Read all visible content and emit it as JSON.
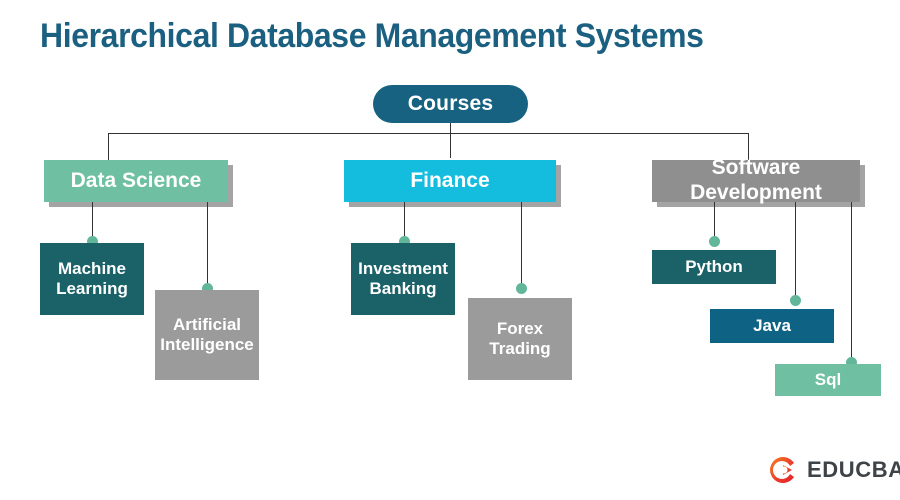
{
  "title": "Hierarchical Database Management Systems",
  "colors": {
    "title": "#1B6080",
    "root": "#176281",
    "green": "#6FBFA2",
    "cyan": "#14BCDE",
    "gray": "#8F8F8F",
    "teal": "#1A6168",
    "blue": "#0E6385",
    "gray_light": "#9B9B9B",
    "connector": "#333333",
    "dot": "#62B79A",
    "logo_text": "#3E4348",
    "logo_mark_start": "#F47B20",
    "logo_mark_end": "#E8252A"
  },
  "diagram": {
    "root": {
      "label": "Courses"
    },
    "branches": [
      {
        "label": "Data Science",
        "children": [
          {
            "label": "Machine\nLearning",
            "line1": "Machine",
            "line2": "Learning"
          },
          {
            "label": "Artificial\nIntelligence",
            "line1": "Artificial",
            "line2": "Intelligence"
          }
        ]
      },
      {
        "label": "Finance",
        "children": [
          {
            "label": "Investment\nBanking",
            "line1": "Investment",
            "line2": "Banking"
          },
          {
            "label": "Forex\nTrading",
            "line1": "Forex",
            "line2": "Trading"
          }
        ]
      },
      {
        "label": "Software Development",
        "children": [
          {
            "label": "Python",
            "line1": "Python",
            "line2": ""
          },
          {
            "label": "Java",
            "line1": "Java",
            "line2": ""
          },
          {
            "label": "Sql",
            "line1": "Sql",
            "line2": ""
          }
        ]
      }
    ]
  },
  "nodes": {
    "root": "Courses",
    "data_science": "Data Science",
    "finance": "Finance",
    "software_development": "Software Development",
    "machine_learning_l1": "Machine",
    "machine_learning_l2": "Learning",
    "artificial_intelligence_l1": "Artificial",
    "artificial_intelligence_l2": "Intelligence",
    "investment_banking_l1": "Investment",
    "investment_banking_l2": "Banking",
    "forex_trading_l1": "Forex",
    "forex_trading_l2": "Trading",
    "python": "Python",
    "java": "Java",
    "sql": "Sql"
  },
  "logo": {
    "text": "EDUCBA"
  }
}
